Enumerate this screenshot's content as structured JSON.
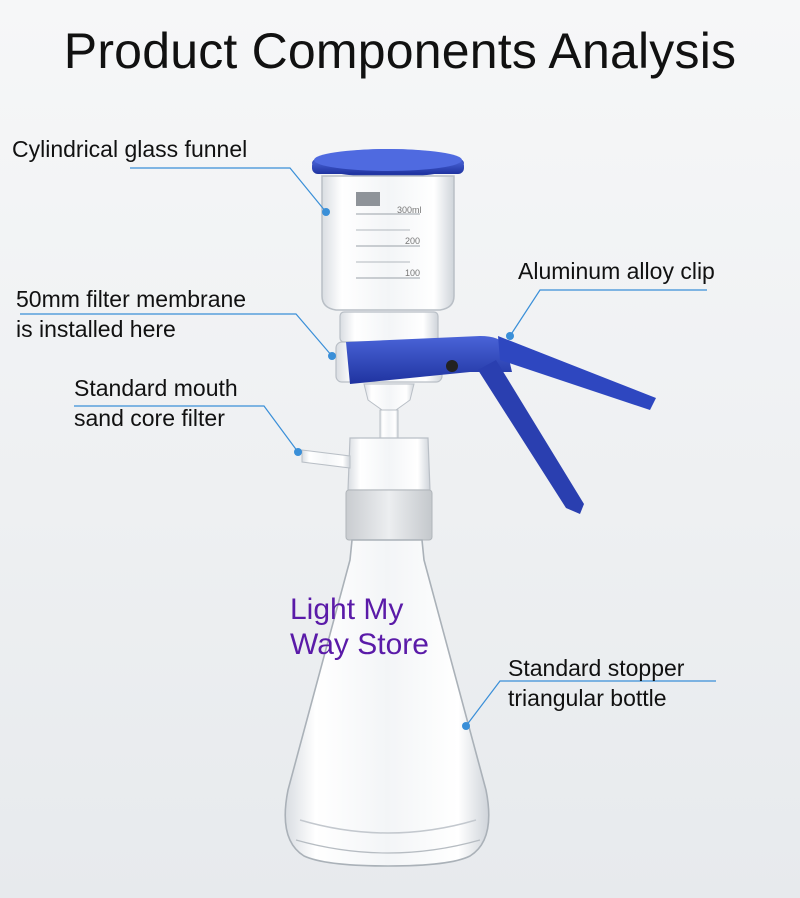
{
  "title": "Product Components Analysis",
  "labels": {
    "funnel": "Cylindrical glass funnel",
    "clip": "Aluminum alloy clip",
    "membrane_line1": "50mm filter membrane",
    "membrane_line2": "is installed here",
    "filter_line1": "Standard mouth",
    "filter_line2": "sand core filter",
    "bottle_line1": "Standard stopper",
    "bottle_line2": "triangular bottle"
  },
  "funnel_graduations": [
    "300ml",
    "200",
    "100"
  ],
  "watermark": {
    "line1": "Light My",
    "line2": "Way Store"
  },
  "colors": {
    "accent_blue": "#2a45b8",
    "leader_line": "#3a8fd8",
    "watermark": "#5a1aa8"
  }
}
